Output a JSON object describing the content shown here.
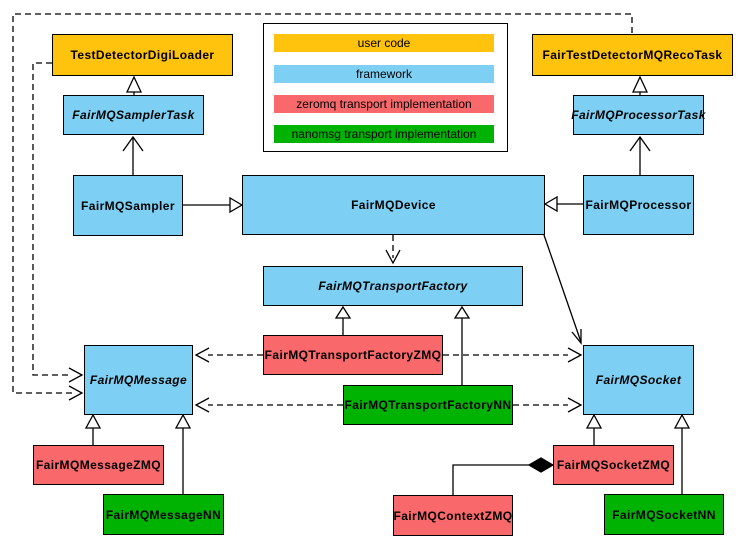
{
  "palette": {
    "user_code": "#FFC20D",
    "framework": "#7DD0F4",
    "zeromq": "#F9696B",
    "nanomsg": "#00B303",
    "border": "#000000",
    "background": "#FFFFFF"
  },
  "legend": {
    "items": [
      {
        "label": "user code",
        "color": "#FFC20D"
      },
      {
        "label": "framework",
        "color": "#7DD0F4"
      },
      {
        "label": "zeromq transport implementation",
        "color": "#F9696B"
      },
      {
        "label": "nanomsg transport implementation",
        "color": "#00B303"
      }
    ]
  },
  "nodes": {
    "testdetectordigiloader": {
      "label": "TestDetectorDigiLoader",
      "category": "user_code",
      "abstract": false
    },
    "fairtestdetectormqrecotask": {
      "label": "FairTestDetectorMQRecoTask",
      "category": "user_code",
      "abstract": false
    },
    "fairmqsamplertask": {
      "label": "FairMQSamplerTask",
      "category": "framework",
      "abstract": true
    },
    "fairmqprocessortask": {
      "label": "FairMQProcessorTask",
      "category": "framework",
      "abstract": true
    },
    "fairmqsampler": {
      "label": "FairMQSampler",
      "category": "framework",
      "abstract": false
    },
    "fairmqdevice": {
      "label": "FairMQDevice",
      "category": "framework",
      "abstract": false
    },
    "fairmqprocessor": {
      "label": "FairMQProcessor",
      "category": "framework",
      "abstract": false
    },
    "fairmqtransportfactory": {
      "label": "FairMQTransportFactory",
      "category": "framework",
      "abstract": true
    },
    "fairmqtransportfactoryzmq": {
      "label": "FairMQTransportFactoryZMQ",
      "category": "zeromq",
      "abstract": false
    },
    "fairmqtransportfactorynn": {
      "label": "FairMQTransportFactoryNN",
      "category": "nanomsg",
      "abstract": false
    },
    "fairmqmessage": {
      "label": "FairMQMessage",
      "category": "framework",
      "abstract": true
    },
    "fairmqsocket": {
      "label": "FairMQSocket",
      "category": "framework",
      "abstract": true
    },
    "fairmqmessagezmq": {
      "label": "FairMQMessageZMQ",
      "category": "zeromq",
      "abstract": false
    },
    "fairmqmessagenn": {
      "label": "FairMQMessageNN",
      "category": "nanomsg",
      "abstract": false
    },
    "fairmqsocketzmq": {
      "label": "FairMQSocketZMQ",
      "category": "zeromq",
      "abstract": false
    },
    "fairmqsocketnn": {
      "label": "FairMQSocketNN",
      "category": "nanomsg",
      "abstract": false
    },
    "fairmqcontextzmq": {
      "label": "FairMQContextZMQ",
      "category": "zeromq",
      "abstract": false
    }
  },
  "relationships": [
    {
      "from": "FairMQSamplerTask",
      "to": "TestDetectorDigiLoader",
      "type": "generalization-triangle"
    },
    {
      "from": "FairMQProcessorTask",
      "to": "FairTestDetectorMQRecoTask",
      "type": "generalization-triangle"
    },
    {
      "from": "FairMQSampler",
      "to": "FairMQSamplerTask",
      "type": "open-arrow"
    },
    {
      "from": "FairMQProcessor",
      "to": "FairMQProcessorTask",
      "type": "open-arrow"
    },
    {
      "from": "FairMQSampler",
      "to": "FairMQDevice",
      "type": "generalization-triangle"
    },
    {
      "from": "FairMQProcessor",
      "to": "FairMQDevice",
      "type": "generalization-triangle"
    },
    {
      "from": "FairMQDevice",
      "to": "FairMQTransportFactory",
      "type": "dashed-open-arrow"
    },
    {
      "from": "FairMQDevice",
      "to": "FairMQSocket",
      "type": "open-arrow"
    },
    {
      "from": "FairMQTransportFactoryZMQ",
      "to": "FairMQTransportFactory",
      "type": "generalization-triangle"
    },
    {
      "from": "FairMQTransportFactoryNN",
      "to": "FairMQTransportFactory",
      "type": "generalization-triangle"
    },
    {
      "from": "FairMQTransportFactoryZMQ",
      "to": "FairMQMessage",
      "type": "dashed-open-arrow"
    },
    {
      "from": "FairMQTransportFactoryZMQ",
      "to": "FairMQSocket",
      "type": "dashed-open-arrow"
    },
    {
      "from": "FairMQTransportFactoryNN",
      "to": "FairMQMessage",
      "type": "dashed-open-arrow"
    },
    {
      "from": "FairMQTransportFactoryNN",
      "to": "FairMQSocket",
      "type": "dashed-open-arrow"
    },
    {
      "from": "TestDetectorDigiLoader",
      "to": "FairMQMessage",
      "type": "dashed-open-arrow"
    },
    {
      "from": "FairTestDetectorMQRecoTask",
      "to": "FairMQMessage",
      "type": "dashed-open-arrow"
    },
    {
      "from": "FairMQMessageZMQ",
      "to": "FairMQMessage",
      "type": "generalization-triangle"
    },
    {
      "from": "FairMQMessageNN",
      "to": "FairMQMessage",
      "type": "generalization-triangle"
    },
    {
      "from": "FairMQSocketZMQ",
      "to": "FairMQSocket",
      "type": "generalization-triangle"
    },
    {
      "from": "FairMQSocketNN",
      "to": "FairMQSocket",
      "type": "generalization-triangle"
    },
    {
      "from": "FairMQContextZMQ",
      "to": "FairMQSocketZMQ",
      "type": "composition-diamond"
    }
  ]
}
